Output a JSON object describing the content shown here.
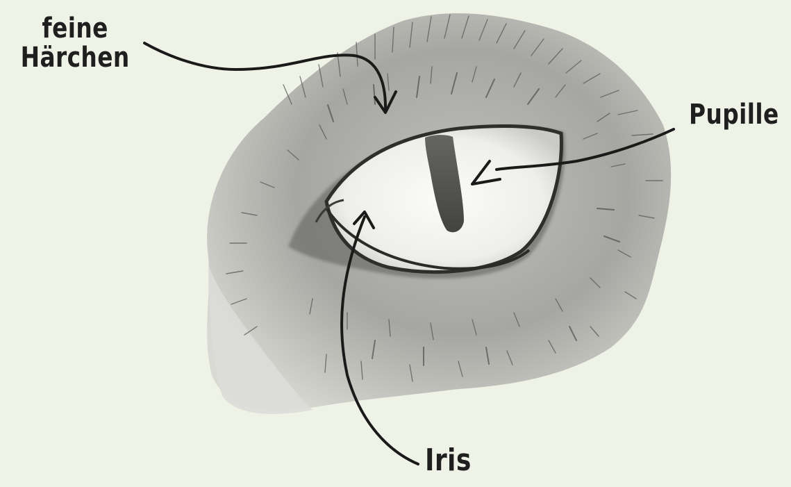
{
  "labels": {
    "haerchen_line1": "feine",
    "haerchen_line2": "Härchen",
    "pupille": "Pupille",
    "iris": "Iris"
  },
  "colors": {
    "background": "#eff3e7",
    "ink": "#1f1f1f",
    "fur_light": "#e6e6e2",
    "fur_mid": "#a9a9a5",
    "fur_dark": "#4a4a48",
    "iris": "#f2f2ee",
    "pupil": "#3a3a38"
  },
  "illustration": {
    "subject": "cat-eye-pencil-drawing"
  }
}
